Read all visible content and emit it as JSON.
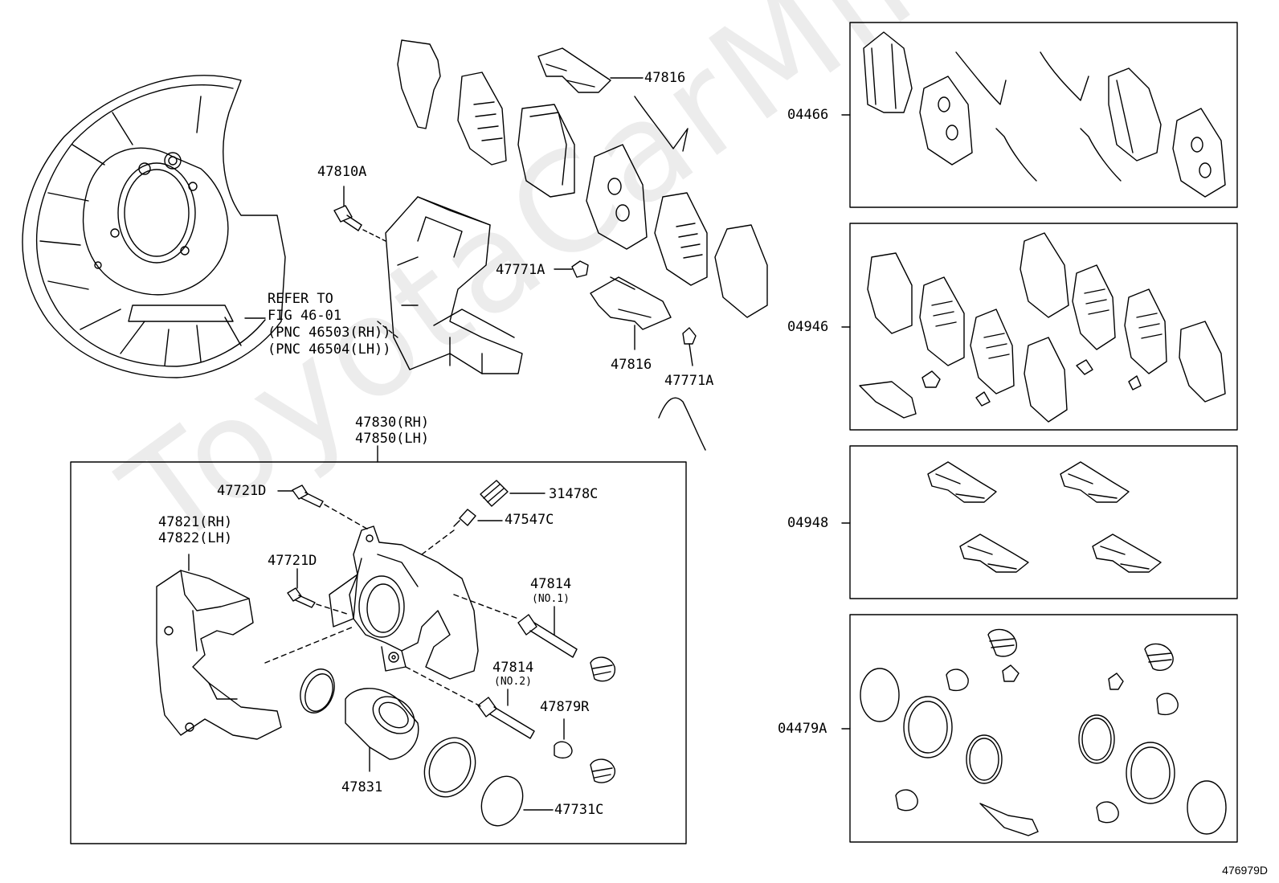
{
  "watermark": "ToyotaCarMine.ru",
  "diagram_id": "476979D",
  "labels": {
    "p47816_top": "47816",
    "p47810A": "47810A",
    "p47771A_left": "47771A",
    "p47816_bottom": "47816",
    "p47771A_right": "47771A",
    "refer_to": "REFER TO",
    "fig": "FIG 46-01",
    "pnc_rh": "(PNC 46503(RH))",
    "pnc_lh": "(PNC 46504(LH))",
    "p47830": "47830(RH)",
    "p47850": "47850(LH)",
    "p47721D_top": "47721D",
    "p31478C": "31478C",
    "p47547C": "47547C",
    "p47821": "47821(RH)",
    "p47822": "47822(LH)",
    "p47721D_mid": "47721D",
    "p47814_1": "47814",
    "p47814_1_note": "(NO.1)",
    "p47814_2": "47814",
    "p47814_2_note": "(NO.2)",
    "p47879R": "47879R",
    "p47831": "47831",
    "p47731C": "47731C",
    "k04466": "04466",
    "k04946": "04946",
    "k04948": "04948",
    "k04479A": "04479A"
  }
}
